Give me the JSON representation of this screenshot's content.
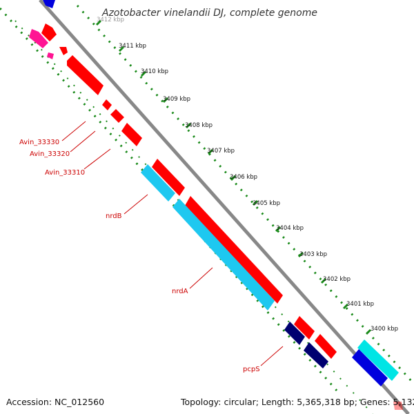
{
  "title": "Azotobacter vinelandii DJ, complete genome",
  "accession": "Accession: NC_012560",
  "topology": "Topology: circular; Length: 5,365,318 bp; Genes: 5,132",
  "ticks": [
    "3412 kbp",
    "3411 kbp",
    "3410 kbp",
    "3409 kbp",
    "3408 kbp",
    "3407 kbp",
    "3406 kbp",
    "3405 kbp",
    "3404 kbp",
    "3403 kbp",
    "3402 kbp",
    "3401 kbp",
    "3400 kbp"
  ],
  "gene_labels": [
    "Avin_33330",
    "Avin_33320",
    "Avin_33310",
    "nrdB",
    "nrdA",
    "pcpS"
  ],
  "colors": {
    "backbone": "#888888",
    "gene_red": "#ff0000",
    "gene_magenta": "#ff1493",
    "gene_cyan": "#1ec8f0",
    "gene_light_cyan": "#00e5e5",
    "gene_blue": "#0000dd",
    "gene_navy": "#000070",
    "gc_track": "#1a8a1a",
    "label": "#cc0000"
  }
}
